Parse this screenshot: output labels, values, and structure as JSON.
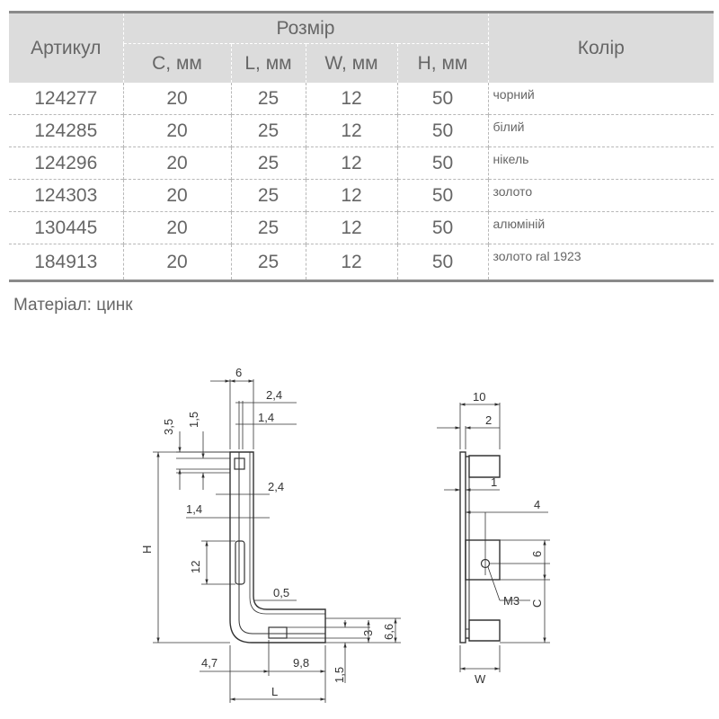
{
  "table": {
    "headers": {
      "article": "Артикул",
      "size": "Розмір",
      "color": "Колір",
      "c": "C, мм",
      "l": "L, мм",
      "w": "W, мм",
      "h": "H, мм"
    },
    "rows": [
      {
        "article": "124277",
        "c": "20",
        "l": "25",
        "w": "12",
        "h": "50",
        "color": "чорний"
      },
      {
        "article": "124285",
        "c": "20",
        "l": "25",
        "w": "12",
        "h": "50",
        "color": "білий"
      },
      {
        "article": "124296",
        "c": "20",
        "l": "25",
        "w": "12",
        "h": "50",
        "color": "нікель"
      },
      {
        "article": "124303",
        "c": "20",
        "l": "25",
        "w": "12",
        "h": "50",
        "color": "золото"
      },
      {
        "article": "130445",
        "c": "20",
        "l": "25",
        "w": "12",
        "h": "50",
        "color": "алюміній"
      },
      {
        "article": "184913",
        "c": "20",
        "l": "25",
        "w": "12",
        "h": "50",
        "color": "золото ral 1923"
      }
    ]
  },
  "material": "Матеріал: цинк",
  "drawing": {
    "side_view": {
      "dim_6": "6",
      "dim_2_4_top": "2,4",
      "dim_1_4_top": "1,4",
      "dim_3_5": "3,5",
      "dim_1_5_top": "1,5",
      "dim_2_4_mid": "2,4",
      "dim_1_4_mid": "1,4",
      "dim_12": "12",
      "dim_h": "H",
      "dim_0_5": "0,5",
      "dim_3": "3",
      "dim_6_6": "6,6",
      "dim_4_7": "4,7",
      "dim_9_8": "9,8",
      "dim_1_5_bottom": "1,5",
      "dim_l": "L"
    },
    "front_view": {
      "dim_10": "10",
      "dim_2": "2",
      "dim_1": "1",
      "dim_4": "4",
      "dim_6": "6",
      "dim_m3": "M3",
      "dim_c": "C",
      "dim_w": "W"
    }
  }
}
